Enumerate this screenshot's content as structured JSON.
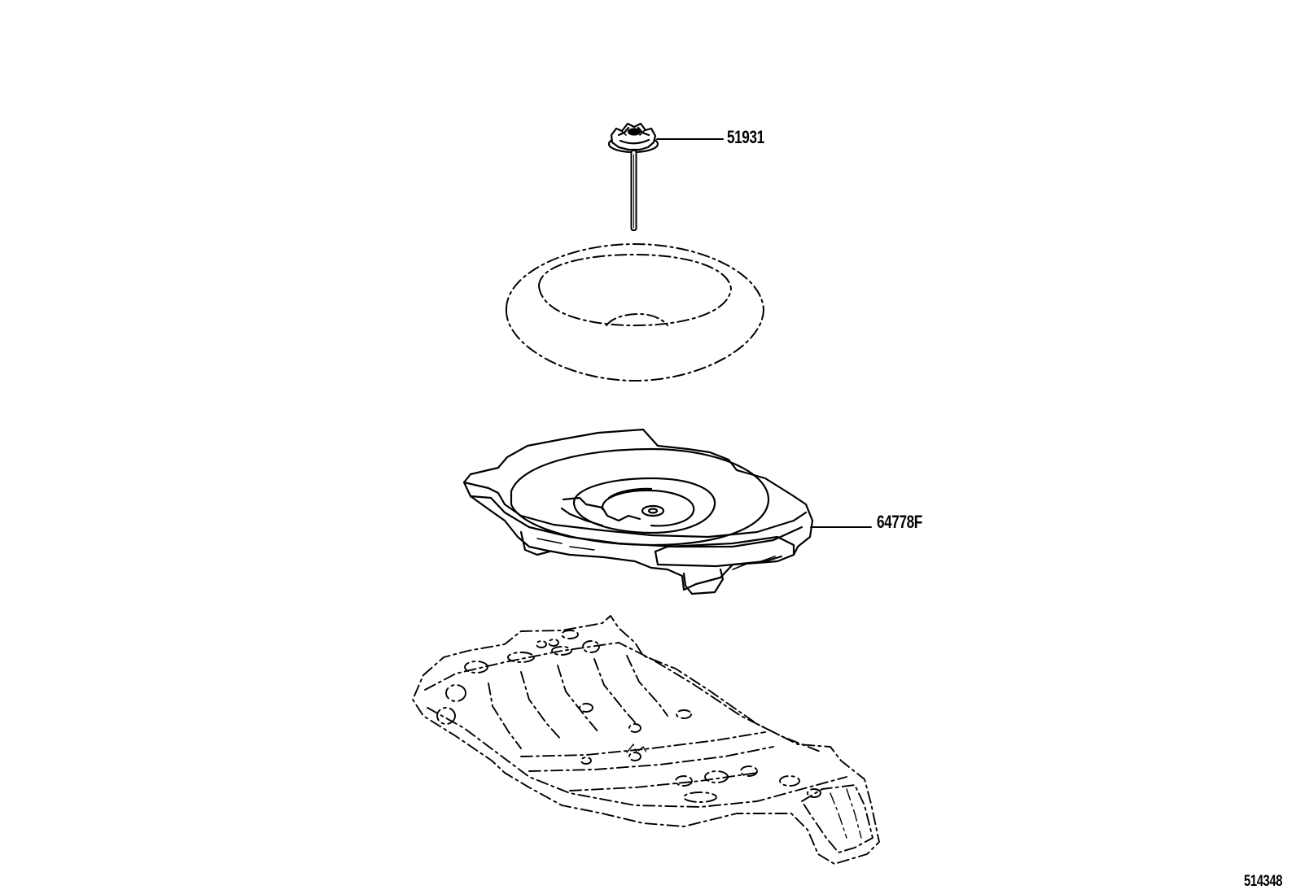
{
  "parts": [
    {
      "id": "spare-wheel-clamp-bolt",
      "part_number": "51931"
    },
    {
      "id": "spare-tire-cover-tray",
      "part_number": "64778F"
    }
  ],
  "illustration_number": "514348",
  "colors": {
    "line": "#000000",
    "background": "#ffffff"
  }
}
